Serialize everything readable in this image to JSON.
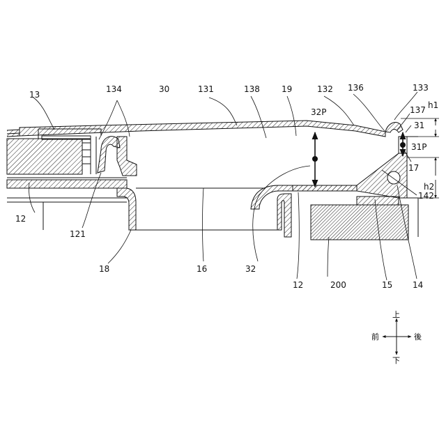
{
  "labels": {
    "n13": "13",
    "n134": "134",
    "n30": "30",
    "n131": "131",
    "n138": "138",
    "n19": "19",
    "n132": "132",
    "n136": "136",
    "n133": "133",
    "n32P": "32P",
    "n137": "137",
    "h1": "h1",
    "n31": "31",
    "n31P": "31P",
    "n17": "17",
    "h2": "h2",
    "n142": "142",
    "n12_left": "12",
    "n121": "121",
    "n18": "18",
    "n16": "16",
    "n32": "32",
    "n12_right": "12",
    "n200": "200",
    "n15": "15",
    "n14": "14"
  },
  "compass": {
    "up": "上",
    "down": "下",
    "front": "前",
    "rear": "後"
  }
}
